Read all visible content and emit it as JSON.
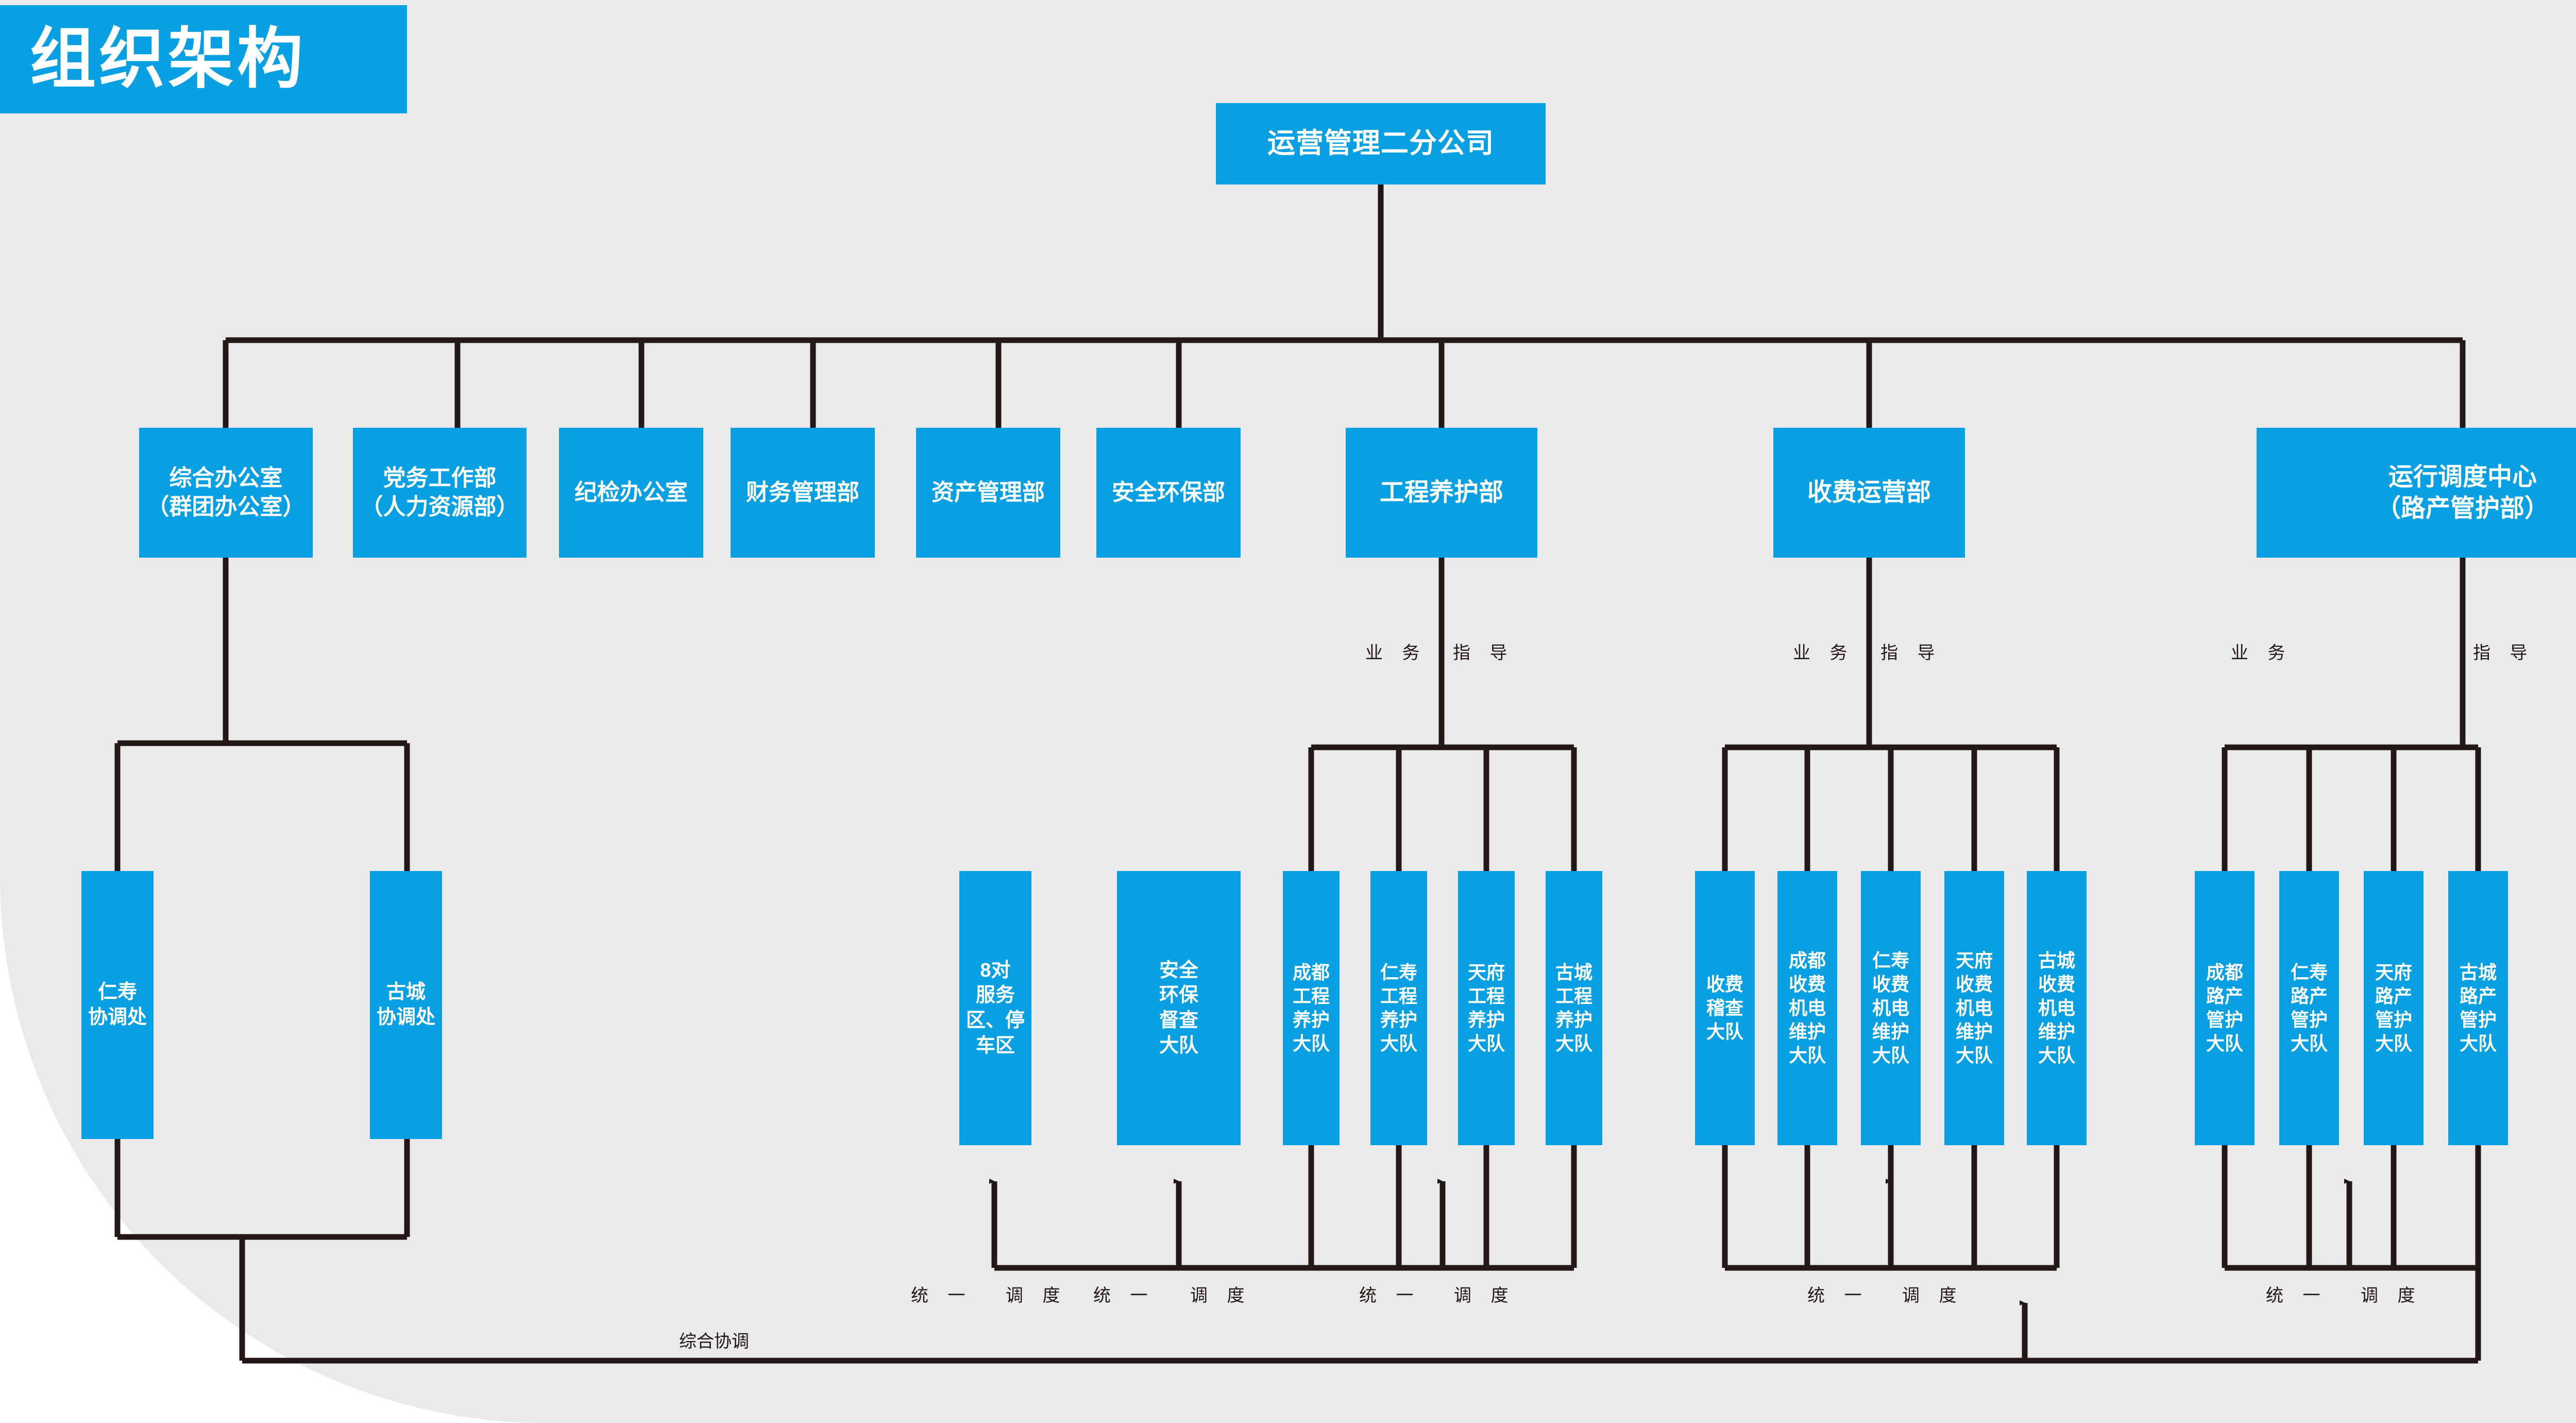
{
  "page": {
    "title": "组织架构",
    "colors": {
      "accent": "#09a0e3",
      "background": "#ebeaea",
      "line": "#231815",
      "node_text": "#ffffff"
    }
  },
  "chart_data": {
    "type": "diagram",
    "title": "组织架构",
    "root": "运营管理二分公司",
    "departments": [
      {
        "id": "d1",
        "label": "综合办公室\n（群团办公室）"
      },
      {
        "id": "d2",
        "label": "党务工作部\n（人力资源部）"
      },
      {
        "id": "d3",
        "label": "纪检办公室"
      },
      {
        "id": "d4",
        "label": "财务管理部"
      },
      {
        "id": "d5",
        "label": "资产管理部"
      },
      {
        "id": "d6",
        "label": "安全环保部"
      },
      {
        "id": "d7",
        "label": "工程养护部"
      },
      {
        "id": "d8",
        "label": "收费运营部"
      },
      {
        "id": "d9",
        "label": "运行调度中心\n（路产管护部）"
      }
    ],
    "units": [
      {
        "id": "u1",
        "label": "仁寿\n协调处",
        "parent": "d1"
      },
      {
        "id": "u2",
        "label": "古城\n协调处",
        "parent": "d1"
      },
      {
        "id": "u3",
        "label": "8对\n服务\n区、停\n车区",
        "parent": null
      },
      {
        "id": "u4",
        "label": "安全\n环保\n督查\n大队",
        "parent": null
      },
      {
        "id": "u5",
        "label": "成都\n工程\n养护\n大队",
        "parent": "d7"
      },
      {
        "id": "u6",
        "label": "仁寿\n工程\n养护\n大队",
        "parent": "d7"
      },
      {
        "id": "u7",
        "label": "天府\n工程\n养护\n大队",
        "parent": "d7"
      },
      {
        "id": "u8",
        "label": "古城\n工程\n养护\n大队",
        "parent": "d7"
      },
      {
        "id": "u9",
        "label": "收费\n稽查\n大队",
        "parent": "d8"
      },
      {
        "id": "u10",
        "label": "成都\n收费\n机电\n维护\n大队",
        "parent": "d8"
      },
      {
        "id": "u11",
        "label": "仁寿\n收费\n机电\n维护\n大队",
        "parent": "d8"
      },
      {
        "id": "u12",
        "label": "天府\n收费\n机电\n维护\n大队",
        "parent": "d8"
      },
      {
        "id": "u13",
        "label": "古城\n收费\n机电\n维护\n大队",
        "parent": "d8"
      },
      {
        "id": "u14",
        "label": "成都\n路产\n管护\n大队",
        "parent": "d9"
      },
      {
        "id": "u15",
        "label": "仁寿\n路产\n管护\n大队",
        "parent": "d9"
      },
      {
        "id": "u16",
        "label": "天府\n路产\n管护\n大队",
        "parent": "d9"
      },
      {
        "id": "u17",
        "label": "古城\n路产\n管护\n大队",
        "parent": "d9"
      }
    ],
    "relations": [
      {
        "type": "business-guidance",
        "label_left": "业 务",
        "label_right": "指 导",
        "under": "工程养护部"
      },
      {
        "type": "business-guidance",
        "label_left": "业 务",
        "label_right": "指 导",
        "under": "收费运营部"
      },
      {
        "type": "business-guidance",
        "label_left": "业 务",
        "label_right": "指 导",
        "under": "运行调度中心"
      },
      {
        "type": "unified-dispatch",
        "label_left": "统 一",
        "label_right": "调 度",
        "target": "8对服务区、停车区"
      },
      {
        "type": "unified-dispatch",
        "label_left": "统 一",
        "label_right": "调 度",
        "target": "安全环保督查大队"
      },
      {
        "type": "unified-dispatch",
        "label_left": "统 一",
        "label_right": "调 度",
        "target": "工程养护大队组"
      },
      {
        "type": "unified-dispatch",
        "label_left": "统 一",
        "label_right": "调 度",
        "target": "收费机电维护大队组"
      },
      {
        "type": "unified-dispatch",
        "label_left": "统 一",
        "label_right": "调 度",
        "target": "路产管护大队组"
      },
      {
        "type": "comprehensive-coordination",
        "label": "综合协调"
      }
    ]
  },
  "labels": {
    "business_guidance_left": "业 务",
    "business_guidance_right": "指 导",
    "unified_dispatch_left": "统 一",
    "unified_dispatch_right": "调 度",
    "comprehensive_coordination": "综合协调"
  }
}
